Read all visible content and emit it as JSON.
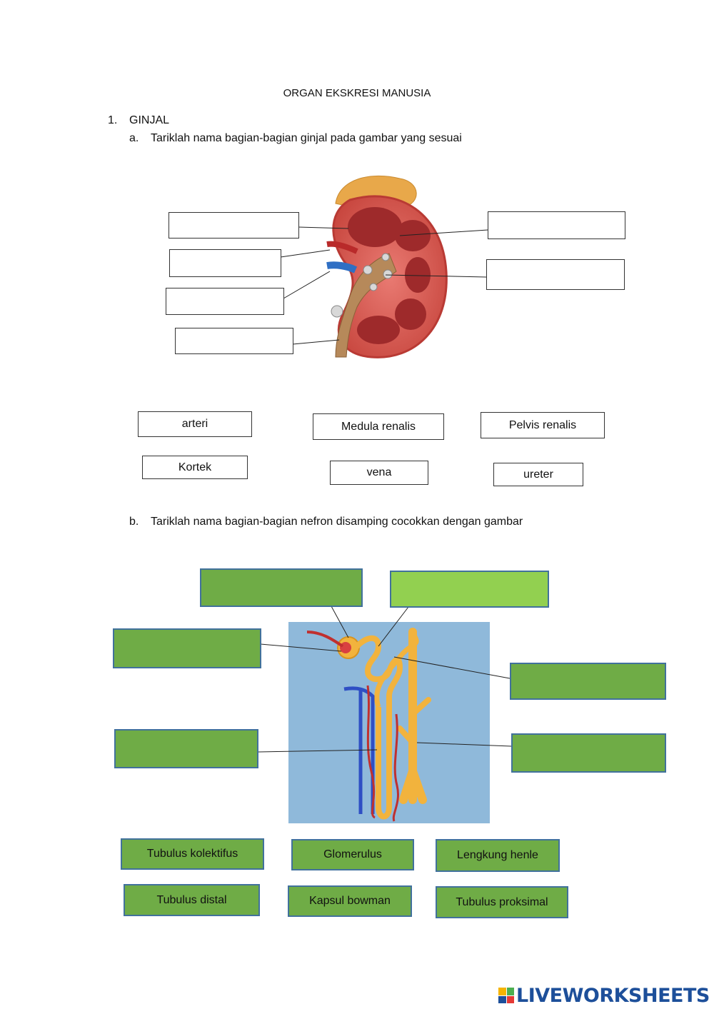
{
  "title": "ORGAN EKSKRESI MANUSIA",
  "section1": {
    "number": "1.",
    "heading": "GINJAL",
    "part_a": {
      "letter": "a.",
      "instruction": "Tariklah nama bagian-bagian ginjal pada gambar yang sesuai"
    },
    "word_bank": [
      "arteri",
      "Medula renalis",
      "Pelvis renalis",
      "Kortek",
      "vena",
      "ureter"
    ],
    "part_b": {
      "letter": "b.",
      "instruction": "Tariklah nama bagian-bagian nefron disamping cocokkan dengan gambar"
    },
    "nephron_word_bank": [
      "Tubulus kolektifus",
      "Glomerulus",
      "Lengkung henle",
      "Tubulus distal",
      "Kapsul bowman",
      "Tubulus proksimal"
    ]
  },
  "brand": {
    "text": "LIVEWORKSHEETS",
    "color": "#1d4f9a"
  },
  "colors": {
    "drop_green": "#6fac46",
    "drop_light_green": "#92d050",
    "drop_border": "#41719c",
    "diagram_bg": "#8fb9da"
  }
}
